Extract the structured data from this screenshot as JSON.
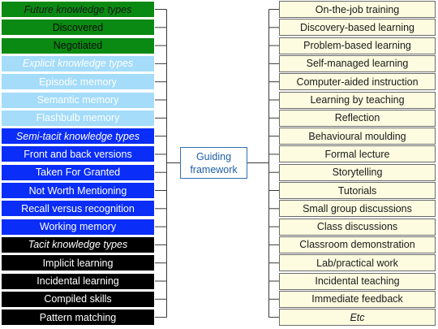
{
  "left_boxes": [
    {
      "text": "Future knowledge types",
      "group": "green",
      "heading": true
    },
    {
      "text": "Discovered",
      "group": "green",
      "heading": false
    },
    {
      "text": "Negotiated",
      "group": "green",
      "heading": false
    },
    {
      "text": "Explicit knowledge types",
      "group": "light",
      "heading": true
    },
    {
      "text": "Episodic memory",
      "group": "light",
      "heading": false
    },
    {
      "text": "Semantic memory",
      "group": "light",
      "heading": false
    },
    {
      "text": "Flashbulb memory",
      "group": "light",
      "heading": false
    },
    {
      "text": "Semi-tacit knowledge types",
      "group": "blue",
      "heading": true
    },
    {
      "text": "Front and back versions",
      "group": "blue",
      "heading": false
    },
    {
      "text": "Taken For Granted",
      "group": "blue",
      "heading": false
    },
    {
      "text": "Not Worth Mentioning",
      "group": "blue",
      "heading": false
    },
    {
      "text": "Recall versus recognition",
      "group": "blue",
      "heading": false
    },
    {
      "text": "Working memory",
      "group": "blue",
      "heading": false
    },
    {
      "text": "Tacit knowledge types",
      "group": "black",
      "heading": true
    },
    {
      "text": "Implicit learning",
      "group": "black",
      "heading": false
    },
    {
      "text": "Incidental learning",
      "group": "black",
      "heading": false
    },
    {
      "text": "Compiled skills",
      "group": "black",
      "heading": false
    },
    {
      "text": "Pattern matching",
      "group": "black",
      "heading": false
    }
  ],
  "center": {
    "line1": "Guiding",
    "line2": "framework"
  },
  "right_boxes": [
    "On-the-job training",
    "Discovery-based learning",
    "Problem-based learning",
    "Self-managed learning",
    "Computer-aided instruction",
    "Learning by teaching",
    "Reflection",
    "Behavioural moulding",
    "Formal lecture",
    "Storytelling",
    "Tutorials",
    "Small group discussions",
    "Class discussions",
    "Classroom demonstration",
    "Lab/practical work",
    "Incidental teaching",
    "Immediate feedback",
    "Etc"
  ],
  "colors": {
    "green": "#0a8a12",
    "light": "#a4dcfa",
    "blue": "#0a2df7",
    "black": "#000000",
    "right_fill": "#fdfbe0",
    "connector": "#3a3a3a",
    "center_text": "#1f5fa8"
  }
}
